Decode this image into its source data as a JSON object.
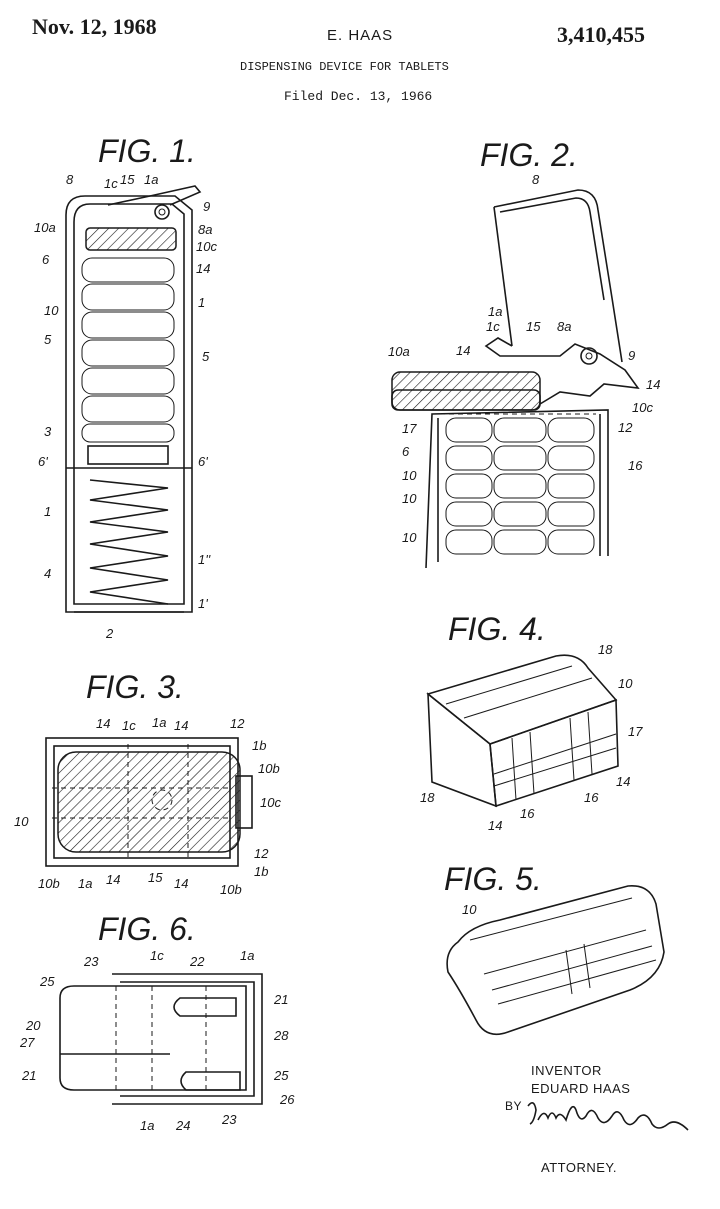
{
  "header": {
    "date": "Nov. 12, 1968",
    "inventor_short": "E. HAAS",
    "patent_number": "3,410,455",
    "title": "DISPENSING DEVICE FOR TABLETS",
    "filed": "Filed Dec. 13, 1966"
  },
  "figures": {
    "fig1": "FIG. 1.",
    "fig2": "FIG. 2.",
    "fig3": "FIG. 3.",
    "fig4": "FIG. 4.",
    "fig5": "FIG. 5.",
    "fig6": "FIG. 6."
  },
  "signature_block": {
    "inventor_label": "INVENTOR",
    "inventor_name": "EDUARD HAAS",
    "by_label": "BY",
    "attorney_label": "ATTORNEY."
  },
  "reference_labels": {
    "fig1": [
      "8",
      "1c",
      "15",
      "1a",
      "9",
      "8a",
      "10a",
      "10c",
      "6",
      "14",
      "10",
      "1",
      "5",
      "5",
      "3",
      "6'",
      "6'",
      "1",
      "1''",
      "4",
      "1'",
      "2"
    ],
    "fig2": [
      "8",
      "1a",
      "1c",
      "15",
      "8a",
      "10a",
      "14",
      "9",
      "14",
      "10c",
      "17",
      "12",
      "6",
      "10",
      "16",
      "10",
      "10"
    ],
    "fig3": [
      "14",
      "1c",
      "1a",
      "14",
      "12",
      "1b",
      "10b",
      "10c",
      "10",
      "12",
      "1b",
      "10b",
      "1a",
      "14",
      "15",
      "14",
      "10b"
    ],
    "fig4": [
      "18",
      "10",
      "17",
      "18",
      "14",
      "16",
      "16",
      "14"
    ],
    "fig5": [
      "10"
    ],
    "fig6": [
      "23",
      "1c",
      "22",
      "1a",
      "25",
      "21",
      "20",
      "28",
      "27",
      "21",
      "25",
      "26",
      "1a",
      "24",
      "23"
    ]
  }
}
